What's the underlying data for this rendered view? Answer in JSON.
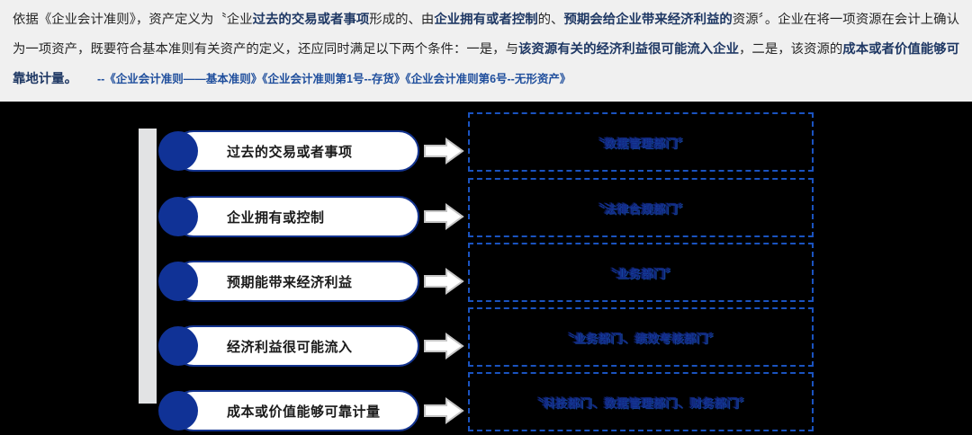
{
  "header": {
    "paragraph_segments": [
      {
        "text": "依据《企业会计准则》，资产定义为〝企业",
        "style": "normal"
      },
      {
        "text": "过去的交易或者事项",
        "style": "highlight"
      },
      {
        "text": "形成的、由",
        "style": "normal"
      },
      {
        "text": "企业拥有或者控制",
        "style": "highlight"
      },
      {
        "text": "的、",
        "style": "normal"
      },
      {
        "text": "预期会给企业带来经济利益的",
        "style": "highlight"
      },
      {
        "text": "资源〞。企业在将一项资源在会计上确认为一项资产，既要符合基本准则有关资产的定义，还应同时满足以下两个条件：一是，与",
        "style": "normal"
      },
      {
        "text": "该资源有关的经济利益很可能流入企业",
        "style": "highlight"
      },
      {
        "text": "，二是，该资源的",
        "style": "normal"
      },
      {
        "text": "成本或者价值能够可靠地计量。",
        "style": "highlight"
      }
    ],
    "line1_a": "依据《企业会计准则》，资产定义为〝企业",
    "line1_b": "过去的交易或者事项",
    "line1_c": "形成的、由",
    "line1_d": "企业拥有或者控制",
    "line1_e": "的、",
    "line1_f": "预期会给企业带来经济利益的",
    "line1_g": "资源〞。企业在将一项资源在会计上确认为一项资产，既要符合基本准则有关资产的定义，还应同时满足以下两个条件：一是，与",
    "line1_h": "该资源有关的经济利益很可能流入企业",
    "line1_i": "，二是，该资源的",
    "line1_j": "成本或者价值能够可靠地计量。",
    "source_citation": "--《企业会计准则——基本准则》《企业会计准则第1号--存货》《企业会计准则第6号--无形资产》",
    "background_color": "#f0f0f0",
    "text_color": "#262626",
    "highlight_color": "#1f3864",
    "citation_color": "#1f4e9c"
  },
  "diagram": {
    "background_color": "#000000",
    "left_bar_color": "#e2e3e4",
    "pill_fill": "#ffffff",
    "pill_border_color": "#13338f",
    "pill_dot_color": "#103296",
    "arrow_stroke": "#d9d9d9",
    "dashed_border_color": "#1a53c0",
    "dashed_text_color": "#132a86",
    "criteria": [
      {
        "label": "过去的交易或者事项",
        "department": "〝数据管理部门〞"
      },
      {
        "label": "企业拥有或控制",
        "department": "〝法律合规部门〞"
      },
      {
        "label": "预期能带来经济利益",
        "department": "〝业务部门〞"
      },
      {
        "label": "经济利益很可能流入",
        "department": "〝业务部门、绩效考核部门〞"
      },
      {
        "label": "成本或价值能够可靠计量",
        "department": "〝科技部门、数据管理部门、财务部门〞"
      }
    ]
  }
}
